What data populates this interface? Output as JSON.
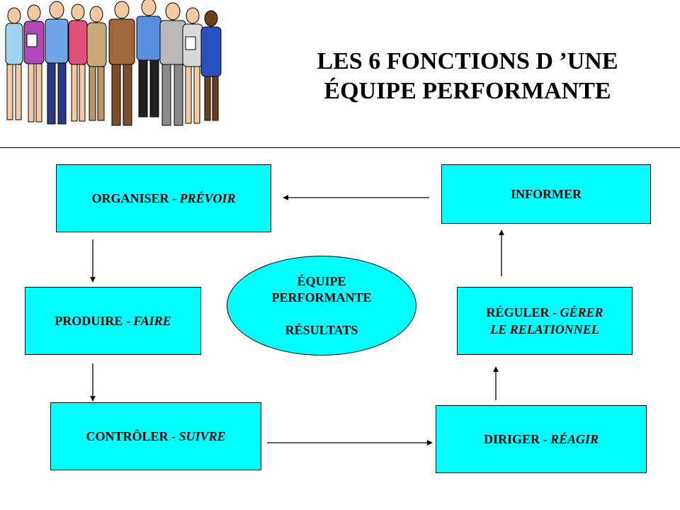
{
  "title": {
    "line1": "LES 6 FONCTIONS D ’UNE",
    "line2": "ÉQUIPE PERFORMANTE"
  },
  "boxes": {
    "organiser": {
      "main": "ORGANISER - ",
      "italic": "PRÉVOIR"
    },
    "produire": {
      "main": "PRODUIRE - ",
      "italic": "FAIRE"
    },
    "controler": {
      "main": "CONTRÔLER - ",
      "italic": "SUIVRE"
    },
    "diriger": {
      "main": "DIRIGER - ",
      "italic": "RÉAGIR"
    },
    "reguler": {
      "main": "RÉGULER - ",
      "italic_line1": "GÉRER",
      "italic_line2": "LE RELATIONNEL"
    },
    "informer": {
      "main": "INFORMER"
    }
  },
  "center": {
    "line1": "ÉQUIPE",
    "line2": "PERFORMANTE",
    "line3": "RÉSULTATS"
  },
  "colors": {
    "box_fill": "#00ffff",
    "text": "#000000"
  }
}
